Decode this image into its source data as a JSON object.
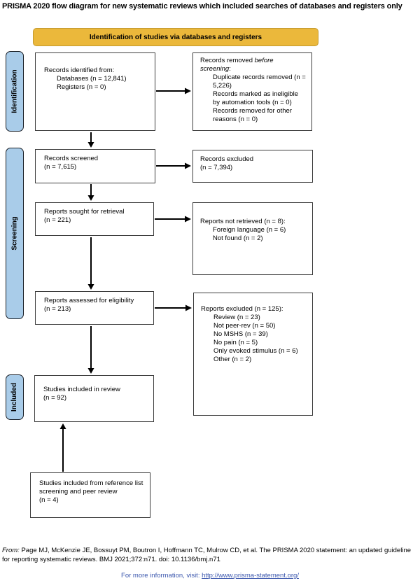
{
  "title": "PRISMA 2020 flow diagram for new systematic reviews which included searches of databases and registers only",
  "banner": {
    "label": "Identification of studies via databases and registers"
  },
  "colors": {
    "banner_bg": "#EBB83B",
    "banner_border": "#C49A2F",
    "stage_bg": "#A9CCE9",
    "link": "#3A56AD"
  },
  "stages": [
    {
      "label": "Identification"
    },
    {
      "label": "Screening"
    },
    {
      "label": "Included"
    }
  ],
  "boxes": {
    "identified": {
      "heading": "Records identified from:",
      "items": [
        "Databases (n = 12,841)",
        "Registers (n = 0)"
      ]
    },
    "removed": {
      "heading_prefix": "Records removed ",
      "heading_italic": "before screening",
      "heading_suffix": ":",
      "items": [
        "Duplicate records removed (n = 5,226)",
        "Records marked as ineligible by automation tools (n = 0)",
        "Records removed for other reasons (n = 0)"
      ]
    },
    "screened": {
      "line1": "Records screened",
      "line2": "(n = 7,615)"
    },
    "records_excluded": {
      "line1": "Records excluded",
      "line2": "(n = 7,394)"
    },
    "sought": {
      "line1": "Reports sought for retrieval",
      "line2": "(n = 221)"
    },
    "not_retrieved": {
      "heading": "Reports not retrieved (n = 8):",
      "items": [
        "Foreign language (n = 6)",
        "Not found (n = 2)"
      ]
    },
    "assessed": {
      "line1": "Reports assessed for eligibility",
      "line2": "(n = 213)"
    },
    "reports_excluded": {
      "heading": "Reports excluded (n = 125):",
      "items": [
        "Review (n = 23)",
        "Not peer-rev (n = 50)",
        "No MSHS (n = 39)",
        "No pain (n = 5)",
        "Only evoked stimulus (n = 6)",
        "Other (n = 2)"
      ]
    },
    "included_review": {
      "line1": "Studies included in review",
      "line2": "(n = 92)"
    },
    "reference": {
      "line1": "Studies included from reference list screening and peer review",
      "line2": "(n = 4)"
    }
  },
  "footer": {
    "from_label": "From:",
    "citation": "Page MJ, McKenzie JE, Bossuyt PM, Boutron I, Hoffmann TC, Mulrow CD, et al. The PRISMA 2020 statement: an updated guideline for reporting systematic reviews. BMJ 2021;372:n71. doi: 10.1136/bmj.n71",
    "info_prefix": "For more information, visit: ",
    "link": "http://www.prisma-statement.org/"
  }
}
